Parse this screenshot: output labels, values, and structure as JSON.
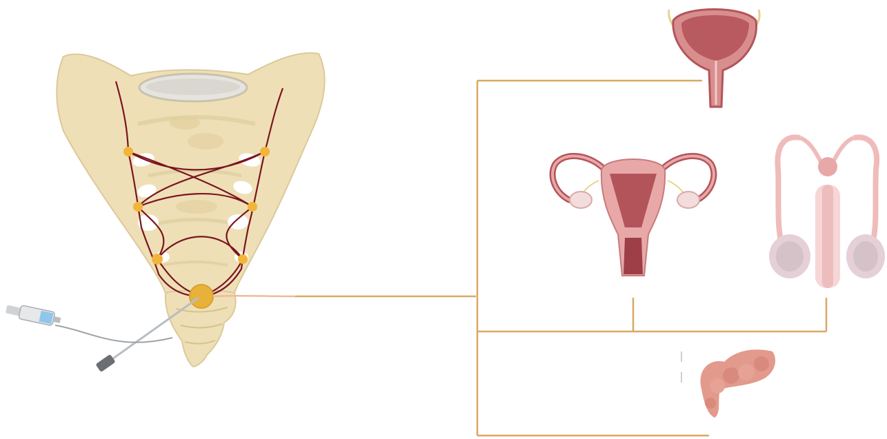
{
  "figure": {
    "labels": [],
    "nodes": [
      {
        "id": "sacrum",
        "icon": "sacrum-icon"
      },
      {
        "id": "ganglion-impar",
        "icon": "ganglion-impar-icon"
      },
      {
        "id": "needle",
        "icon": "syringe-needle-icon"
      },
      {
        "id": "bladder",
        "icon": "urinary-bladder-icon"
      },
      {
        "id": "uterus",
        "icon": "female-reproductive-organs-icon"
      },
      {
        "id": "male",
        "icon": "male-reproductive-organs-icon"
      },
      {
        "id": "colon",
        "icon": "colon-rectum-icon"
      }
    ],
    "colors": {
      "bone": "#EEDFB6",
      "bone_outline": "#D9C58F",
      "nerve": "#7A1420",
      "ganglion": "#F2B53A",
      "connector": "#D9A862",
      "organ": "#D98E8E",
      "organ_dark": "#B3545A",
      "organ_light": "#F3C9C9"
    }
  }
}
